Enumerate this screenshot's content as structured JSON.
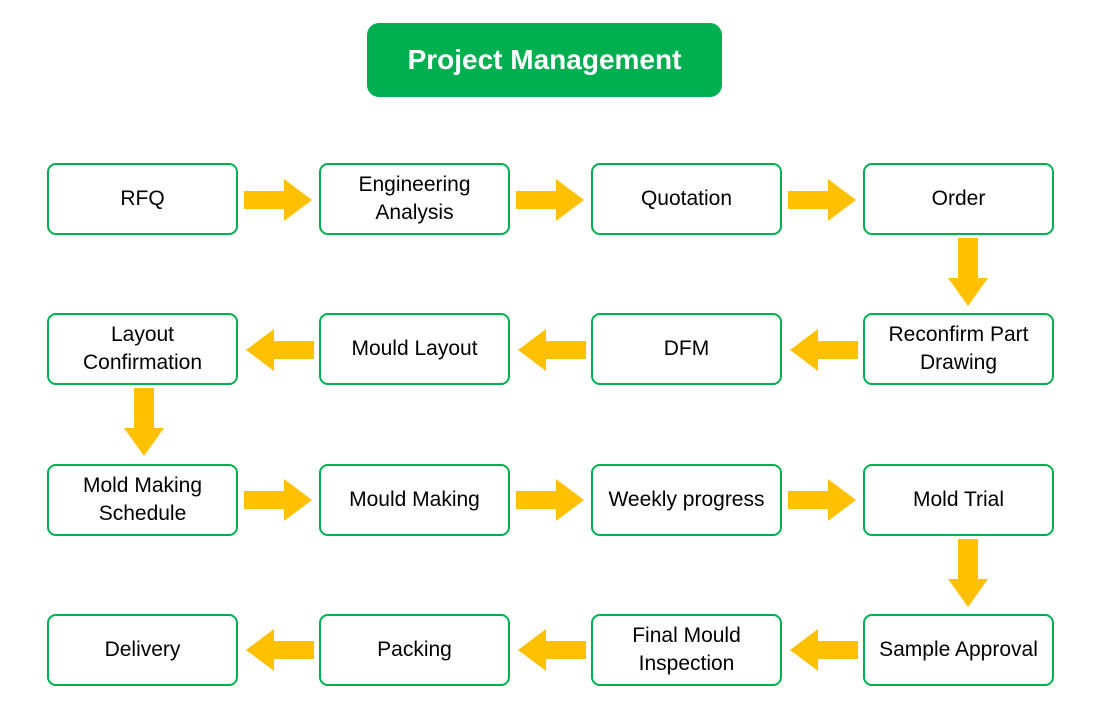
{
  "title": "Project Management",
  "colors": {
    "accent": "#00b050",
    "arrow": "#ffc000"
  },
  "steps": [
    {
      "label": "RFQ"
    },
    {
      "label": "Engineering Analysis"
    },
    {
      "label": "Quotation"
    },
    {
      "label": "Order"
    },
    {
      "label": "Reconfirm Part Drawing"
    },
    {
      "label": "DFM"
    },
    {
      "label": "Mould Layout"
    },
    {
      "label": "Layout Confirmation"
    },
    {
      "label": "Mold Making Schedule"
    },
    {
      "label": "Mould Making"
    },
    {
      "label": "Weekly progress"
    },
    {
      "label": "Mold Trial"
    },
    {
      "label": "Sample Approval"
    },
    {
      "label": "Final Mould Inspection"
    },
    {
      "label": "Packing"
    },
    {
      "label": "Delivery"
    }
  ]
}
